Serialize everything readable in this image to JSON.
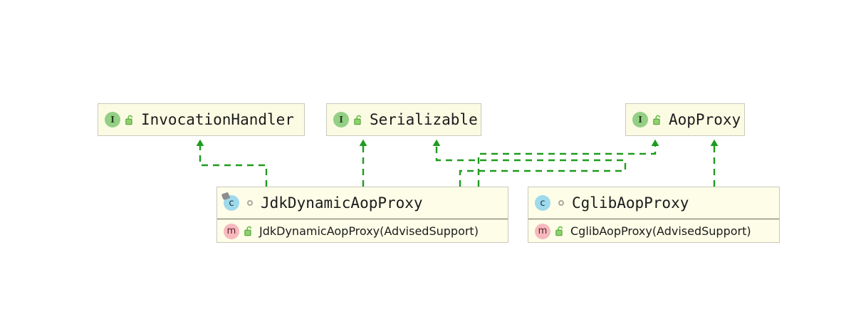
{
  "diagram": {
    "type": "uml-class-diagram",
    "background": "#ffffff",
    "edge_color": "#1f9b1f",
    "node_fill": "#fdfde8",
    "node_border": "#c9c9bd",
    "interface_icon_color": "#93cf84",
    "class_icon_color": "#9fd9ec",
    "method_icon_color": "#f7b9bd",
    "lock_color": "#6cc24a"
  },
  "interfaces": [
    {
      "id": "invocation-handler",
      "name": "InvocationHandler",
      "icon": "interface-icon",
      "visibility_icon": "unlocked-padlock-icon",
      "visibility": "public",
      "icon_letter": "I"
    },
    {
      "id": "serializable",
      "name": "Serializable",
      "icon": "interface-icon",
      "visibility_icon": "unlocked-padlock-icon",
      "visibility": "public",
      "icon_letter": "I"
    },
    {
      "id": "aop-proxy",
      "name": "AopProxy",
      "icon": "interface-icon",
      "visibility_icon": "unlocked-padlock-icon",
      "visibility": "public",
      "icon_letter": "I"
    }
  ],
  "classes": [
    {
      "id": "jdk-dynamic-aop-proxy",
      "name": "JdkDynamicAopProxy",
      "icon": "class-icon",
      "icon_letter": "c",
      "visibility_icon": "package-private-ring-icon",
      "visibility": "package-private",
      "final": true,
      "members": [
        {
          "name": "JdkDynamicAopProxy(AdvisedSupport)",
          "icon": "method-icon",
          "icon_letter": "m",
          "visibility_icon": "unlocked-padlock-icon",
          "visibility": "public"
        }
      ]
    },
    {
      "id": "cglib-aop-proxy",
      "name": "CglibAopProxy",
      "icon": "class-icon",
      "icon_letter": "c",
      "visibility_icon": "package-private-ring-icon",
      "visibility": "package-private",
      "final": false,
      "members": [
        {
          "name": "CglibAopProxy(AdvisedSupport)",
          "icon": "method-icon",
          "icon_letter": "m",
          "visibility_icon": "unlocked-padlock-icon",
          "visibility": "public"
        }
      ]
    }
  ],
  "relationships": [
    {
      "id": "jdk-implements-invocationhandler",
      "from": "JdkDynamicAopProxy",
      "to": "InvocationHandler",
      "kind": "implements",
      "style": "dashed-arrow"
    },
    {
      "id": "jdk-implements-serializable",
      "from": "JdkDynamicAopProxy",
      "to": "Serializable",
      "kind": "implements",
      "style": "dashed-arrow"
    },
    {
      "id": "jdk-implements-aopproxy",
      "from": "JdkDynamicAopProxy",
      "to": "AopProxy",
      "kind": "implements",
      "style": "dashed-arrow"
    },
    {
      "id": "cglib-implements-serializable",
      "from": "CglibAopProxy",
      "to": "Serializable",
      "kind": "implements",
      "style": "dashed-arrow"
    },
    {
      "id": "cglib-implements-aopproxy",
      "from": "CglibAopProxy",
      "to": "AopProxy",
      "kind": "implements",
      "style": "dashed-arrow"
    }
  ]
}
